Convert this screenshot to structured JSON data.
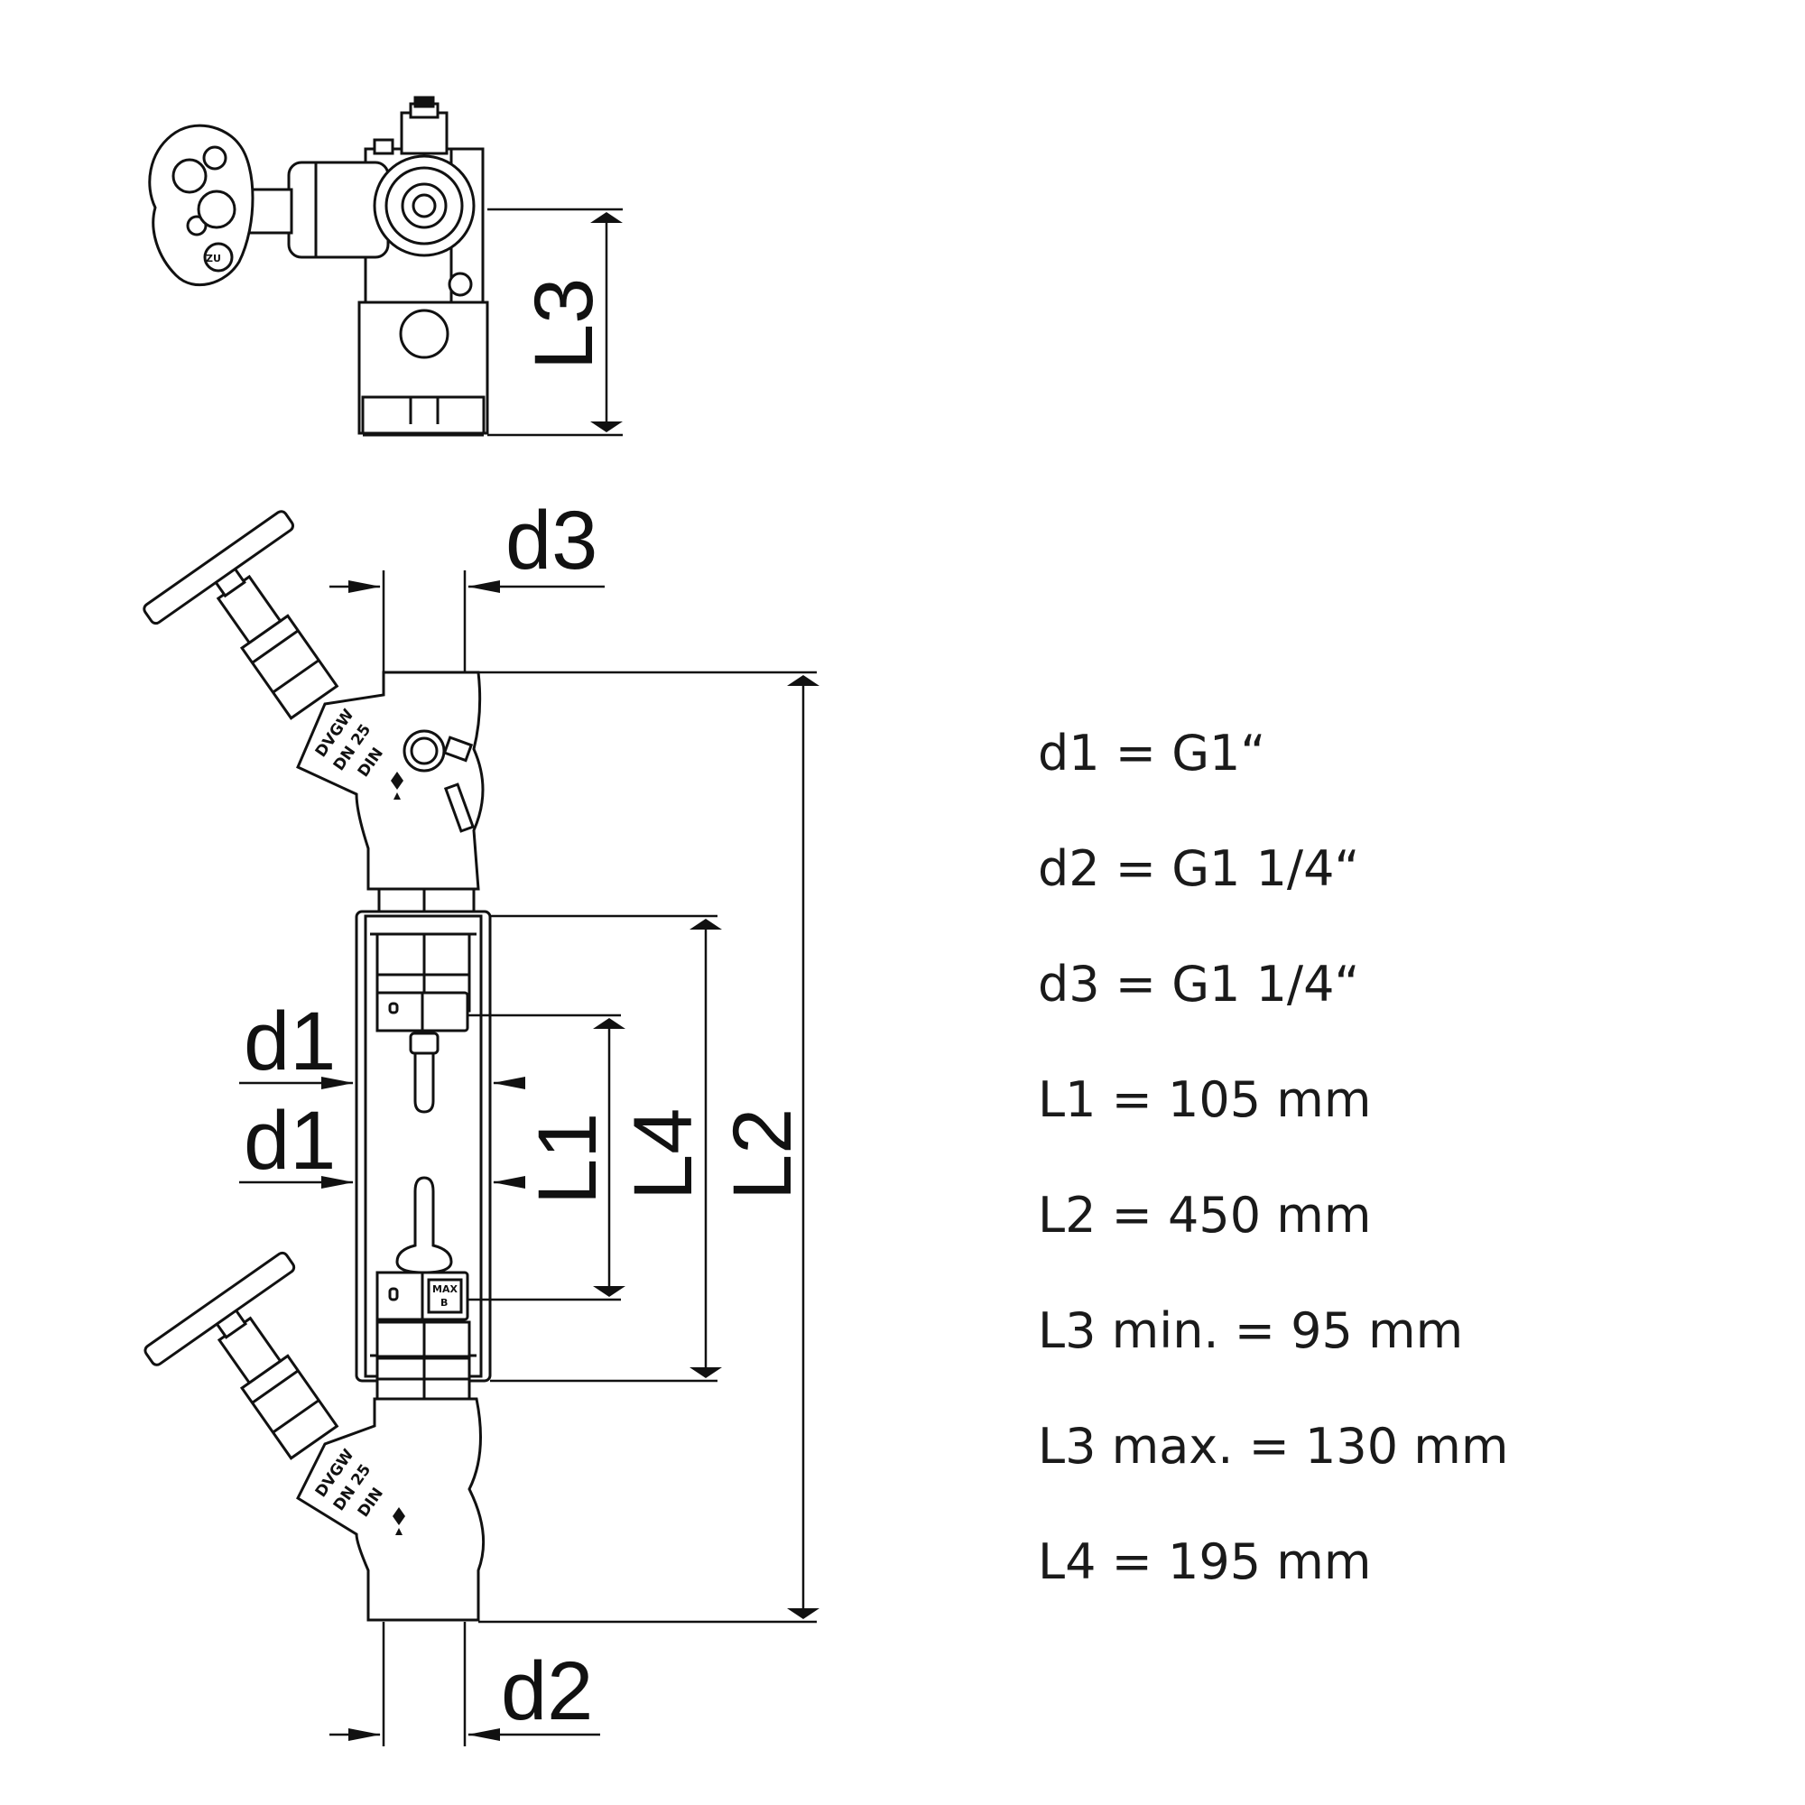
{
  "dimension_labels": {
    "l3": "L3",
    "d3": "d3",
    "d1_upper": "d1",
    "d1_lower": "d1",
    "l1": "L1",
    "l4": "L4",
    "l2": "L2",
    "d2": "d2"
  },
  "valve_markings": {
    "upper_line1": "DVGW",
    "upper_line2": "DN 25",
    "upper_line3": "DIN",
    "lower_line1": "DVGW",
    "lower_line2": "DN 25",
    "lower_line3": "DIN",
    "max_label": "MAX",
    "max_sub": "B",
    "handwheel_mark": "ZU"
  },
  "specifications": [
    "d1 = G1“",
    "d2 = G1 1/4“",
    "d3 = G1 1/4“",
    "L1 = 105 mm",
    "L2 = 450 mm",
    "L3 min. = 95 mm",
    "L3 max. = 130 mm",
    "L4 = 195 mm"
  ]
}
